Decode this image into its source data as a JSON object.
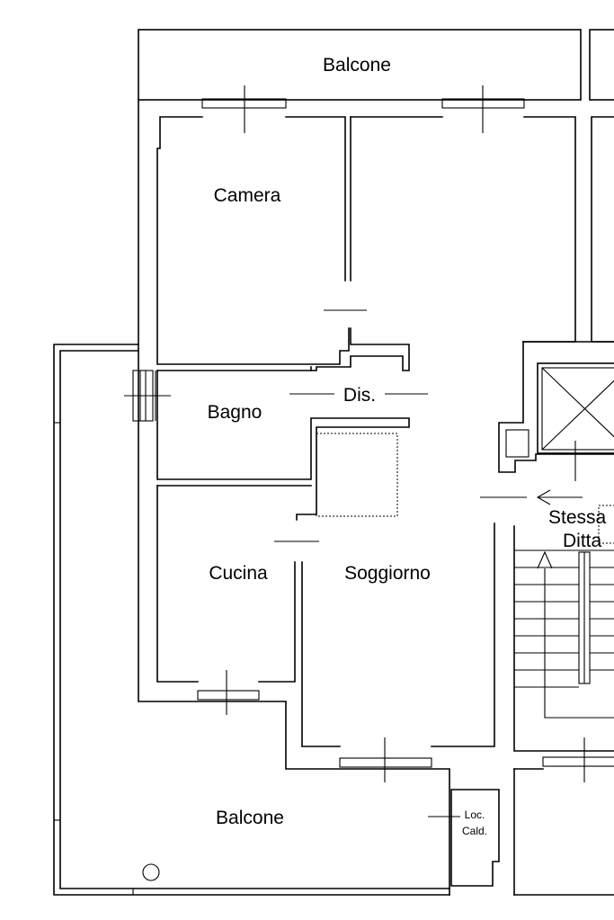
{
  "rooms": {
    "balcone_top": "Balcone",
    "camera": "Camera",
    "bagno": "Bagno",
    "dis": "Dis.",
    "cucina": "Cucina",
    "soggiorno": "Soggiorno",
    "balcone_bottom": "Balcone",
    "stessa": "Stessa",
    "ditta": "Ditta",
    "loc": "Loc.",
    "cald": "Cald."
  },
  "colors": {
    "line": "#000000",
    "background": "#ffffff"
  }
}
